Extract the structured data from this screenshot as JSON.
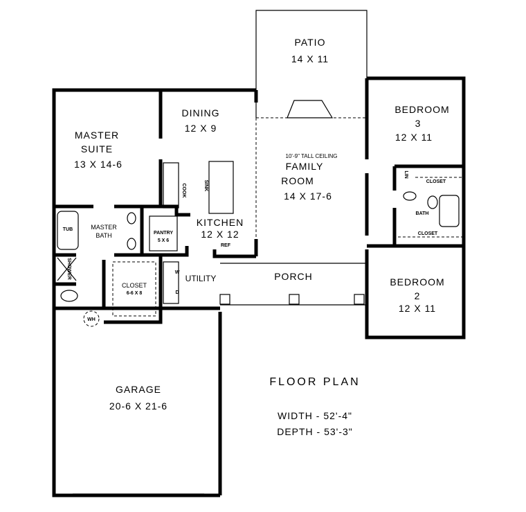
{
  "rooms": {
    "patio": {
      "name": "PATIO",
      "size": "14 X 11"
    },
    "dining": {
      "name": "DINING",
      "size": "12 X 9"
    },
    "master_suite": {
      "name1": "MASTER",
      "name2": "SUITE",
      "size": "13 X 14-6"
    },
    "bedroom3": {
      "name": "BEDROOM",
      "num": "3",
      "size": "12 X 11"
    },
    "family_room": {
      "note": "10'-9\" TALL CEILING",
      "name1": "FAMILY",
      "name2": "ROOM",
      "size": "14 X 17-6"
    },
    "kitchen": {
      "name": "KITCHEN",
      "size": "12 X 12"
    },
    "porch": {
      "name": "PORCH"
    },
    "utility": {
      "name": "UTILITY"
    },
    "closet": {
      "name": "CLOSET",
      "size": "6-6 X 8"
    },
    "bedroom2": {
      "name": "BEDROOM",
      "num": "2",
      "size": "12 X 11"
    },
    "garage": {
      "name": "GARAGE",
      "size": "20-6 X 21-6"
    },
    "master_bath": {
      "name1": "MASTER",
      "name2": "BATH"
    },
    "pantry": {
      "name": "PANTRY",
      "size": "5 X 6"
    }
  },
  "fixtures": {
    "tub": "TUB",
    "shower": "SHOWER",
    "sink": "SINK",
    "cook": "COOK",
    "ref": "REF",
    "washer": "W",
    "dryer": "D",
    "water_heater": "WH",
    "linen": "LIN",
    "closet_upper": "CLOSET",
    "bath": "BATH",
    "closet_lower": "CLOSET"
  },
  "info": {
    "title": "FLOOR  PLAN",
    "width": "WIDTH - 52'-4\"",
    "depth": "DEPTH - 53'-3\""
  }
}
